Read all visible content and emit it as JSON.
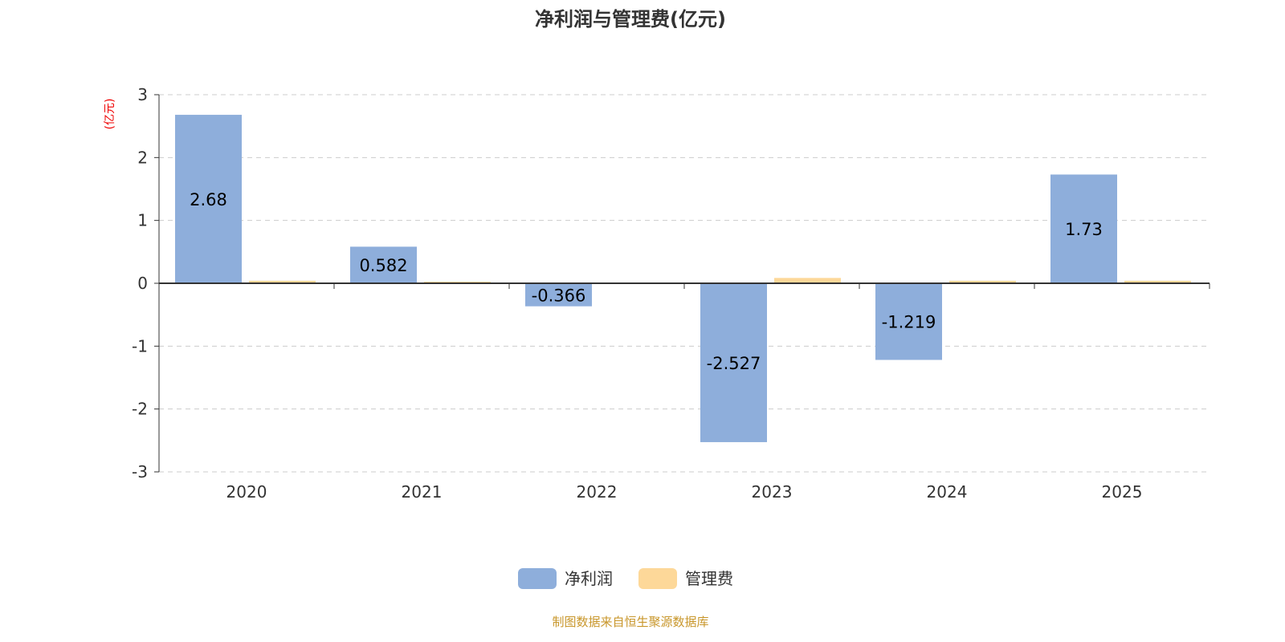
{
  "chart_data": {
    "type": "bar",
    "title": "净利润与管理费(亿元)",
    "ylabel": "(亿元)",
    "categories": [
      "2020",
      "2021",
      "2022",
      "2023",
      "2024",
      "2025"
    ],
    "series": [
      {
        "name": "净利润",
        "color": "#8eaedb",
        "values": [
          2.68,
          0.582,
          -0.366,
          -2.527,
          -1.219,
          1.73
        ],
        "labels": [
          "2.68",
          "0.582",
          "-0.366",
          "-2.527",
          "-1.219",
          "1.73"
        ]
      },
      {
        "name": "管理费",
        "color": "#fdd899",
        "values": [
          0.04,
          0.025,
          0.01,
          0.085,
          0.04,
          0.04
        ]
      }
    ],
    "ylim": [
      -3,
      3
    ],
    "yticks": [
      "-3",
      "-2",
      "-1",
      "0",
      "1",
      "2",
      "3"
    ],
    "grid": true,
    "legend": "bottom-center",
    "source": "制图数据来自恒生聚源数据库"
  }
}
